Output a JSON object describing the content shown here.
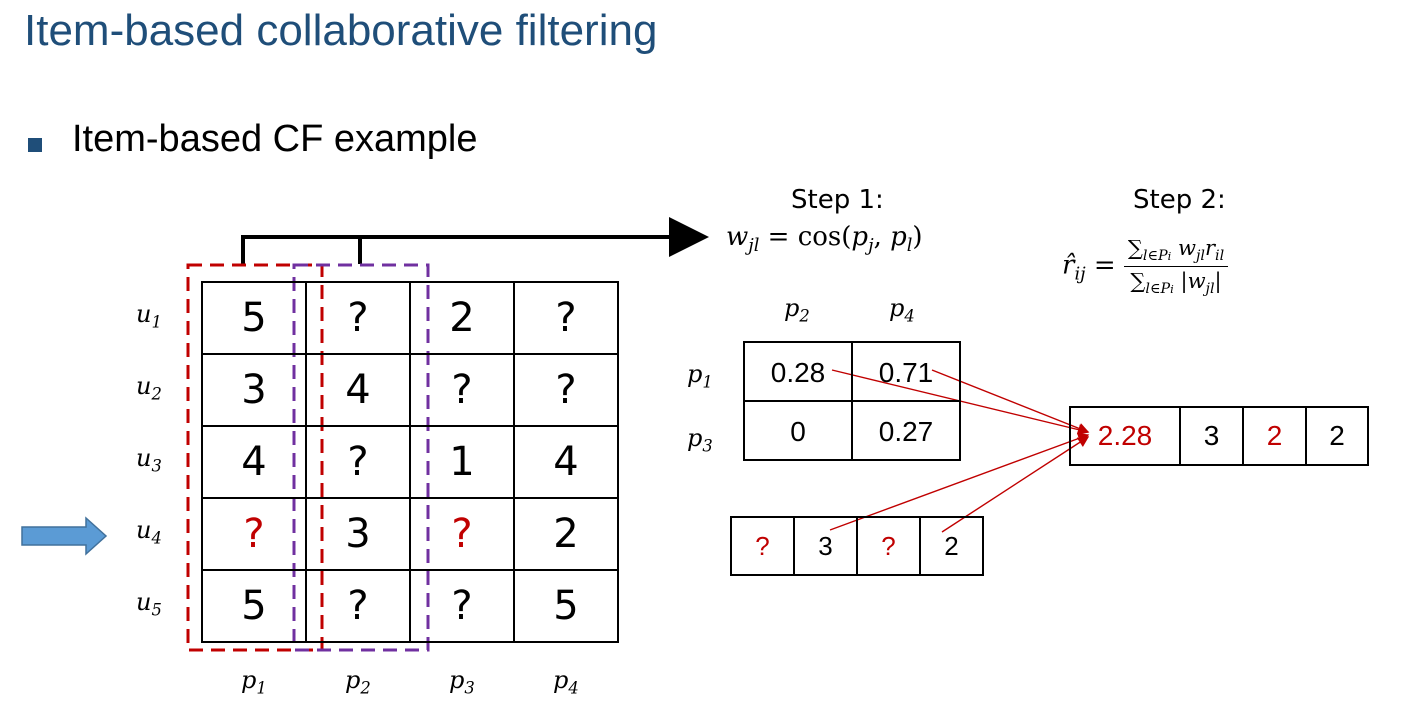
{
  "title": "Item-based collaborative filtering",
  "bullet_text": "Item-based CF example",
  "users": [
    {
      "name": "u",
      "sub": "1"
    },
    {
      "name": "u",
      "sub": "2"
    },
    {
      "name": "u",
      "sub": "3"
    },
    {
      "name": "u",
      "sub": "4"
    },
    {
      "name": "u",
      "sub": "5"
    }
  ],
  "items": [
    {
      "name": "p",
      "sub": "1"
    },
    {
      "name": "p",
      "sub": "2"
    },
    {
      "name": "p",
      "sub": "3"
    },
    {
      "name": "p",
      "sub": "4"
    }
  ],
  "ratings": [
    [
      "5",
      "?",
      "2",
      "?"
    ],
    [
      "3",
      "4",
      "?",
      "?"
    ],
    [
      "4",
      "?",
      "1",
      "4"
    ],
    [
      "?",
      "3",
      "?",
      "2"
    ],
    [
      "5",
      "?",
      "?",
      "5"
    ]
  ],
  "highlight_color": "#c00000",
  "target_row_arrow_color": "#5b9bd5",
  "item1_box_color": "#c00000",
  "item2_box_color": "#7030a0",
  "step1": {
    "label": "Step 1:",
    "formula": "w_jl = cos(p_j, p_l)"
  },
  "step2": {
    "label": "Step 2:",
    "formula": "r̂_ij = Σ_{l∈P_i} w_jl r_il / Σ_{l∈P_i} |w_jl|"
  },
  "similarity": {
    "col_headers": [
      {
        "name": "p",
        "sub": "2"
      },
      {
        "name": "p",
        "sub": "4"
      }
    ],
    "row_headers": [
      {
        "name": "p",
        "sub": "1"
      },
      {
        "name": "p",
        "sub": "3"
      }
    ],
    "values": [
      [
        "0.28",
        "0.71"
      ],
      [
        "0",
        "0.27"
      ]
    ]
  },
  "user_vector": [
    "?",
    "3",
    "?",
    "2"
  ],
  "result_vector": [
    "2.28",
    "3",
    "2",
    "2"
  ]
}
